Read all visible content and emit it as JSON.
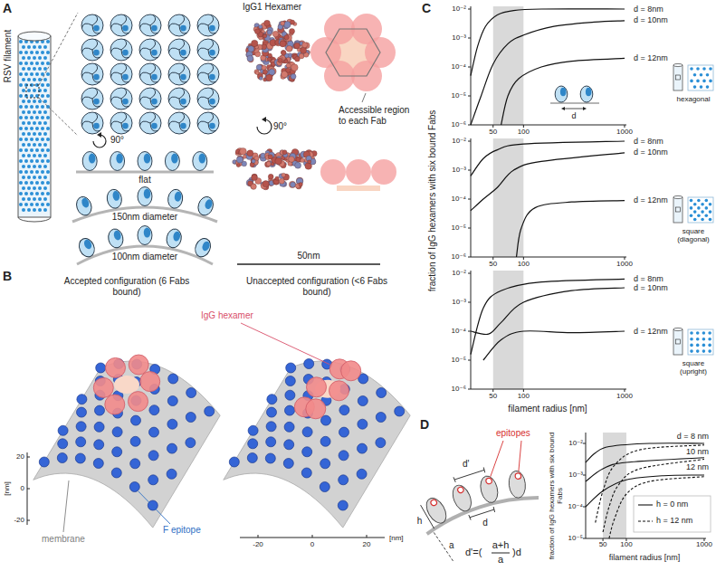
{
  "diagram": {
    "labels": [
      "A",
      "RSV filament",
      "IgG1 Hexamer",
      "Accessible region to each Fab",
      "90°",
      "90°",
      "flat",
      "150nm diameter",
      "100nm diameter",
      "50nm",
      "B",
      "Accepted configuration (6 Fabs bound)",
      "Unaccepted configuration (<6 Fabs bound)",
      "IgG hexamer",
      "F epitope",
      "membrane",
      "20",
      "0",
      "-20",
      "[nm]",
      "-20",
      "0",
      "20",
      "[nm]",
      "C",
      "fraction of IgG hexamers with six bound Fabs",
      "filament radius [nm]",
      "10⁻²",
      "10⁻³",
      "10⁻⁴",
      "10⁻⁵",
      "10⁻⁶",
      "50",
      "100",
      "1000",
      "d = 8nm",
      "d = 10nm",
      "d = 12nm",
      "d",
      "hexagonal",
      "10⁻²",
      "10⁻³",
      "10⁻⁴",
      "10⁻⁵",
      "10⁻⁶",
      "50",
      "100",
      "1000",
      "d = 8nm",
      "d = 10nm",
      "d = 12nm",
      "square (diagonal)",
      "10⁻²",
      "10⁻³",
      "10⁻⁴",
      "10⁻⁵",
      "10⁻⁶",
      "50",
      "100",
      "1000",
      "d = 8nm",
      "d = 10nm",
      "d = 12nm",
      "square (upright)",
      "D",
      "h",
      "d",
      "d'",
      "epitopes",
      "a",
      "d'=(",
      "a+h",
      "a",
      ")d",
      "fraction of IgG hexamers with six bound Fabs",
      "filament radius [nm]",
      "10⁻²",
      "10⁻³",
      "10⁻⁴",
      "10⁻⁵",
      "50",
      "100",
      "1000",
      "d = 8 nm",
      "10 nm",
      "12 nm"
    ],
    "legend": [
      {
        "text": "h = 0 nm"
      },
      {
        "text": "h = 12 nm"
      }
    ]
  }
}
